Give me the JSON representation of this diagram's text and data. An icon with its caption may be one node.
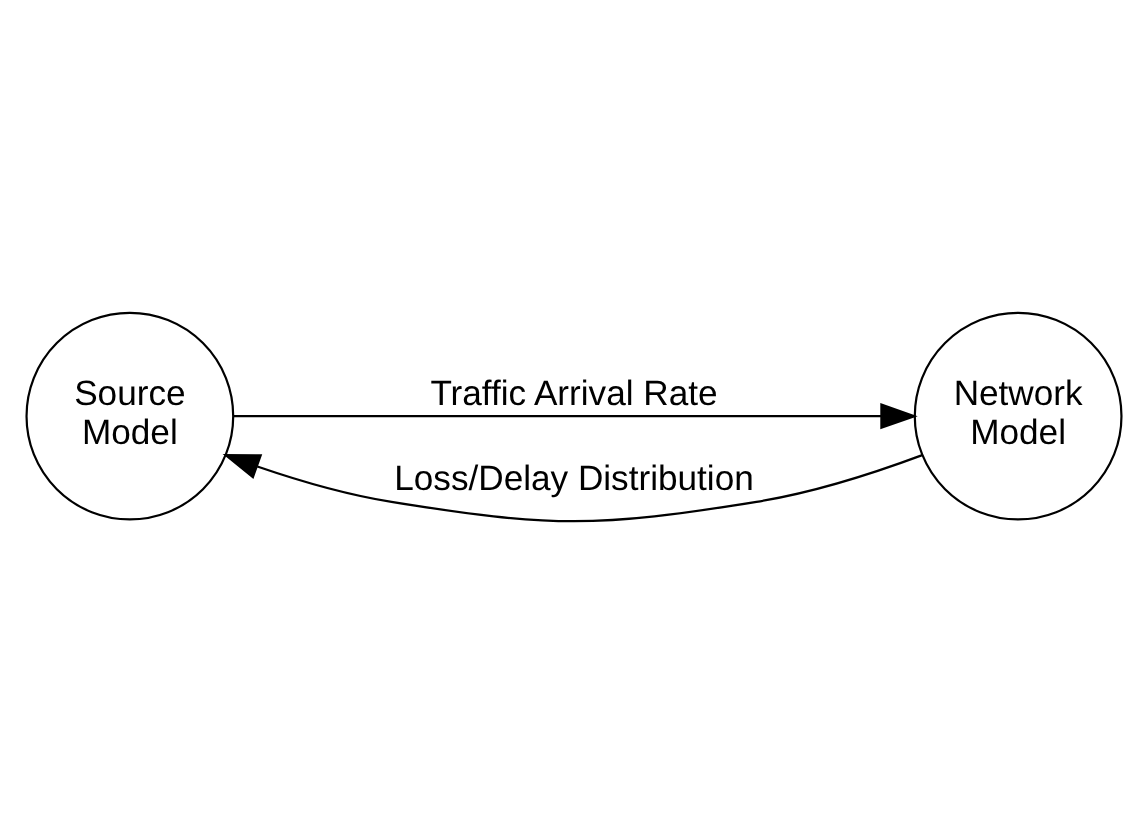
{
  "diagram": {
    "nodes": [
      {
        "text": [
          "Source Model"
        ]
      },
      {
        "text": [
          "Network Model"
        ]
      }
    ],
    "edges": [
      {
        "from": 0,
        "to": 1,
        "arrow": "to",
        "label": "Traffic Arrival Rate"
      },
      {
        "from": 1,
        "to": 0,
        "arrow": "to",
        "label": "Loss/Delay Distribution"
      }
    ]
  }
}
